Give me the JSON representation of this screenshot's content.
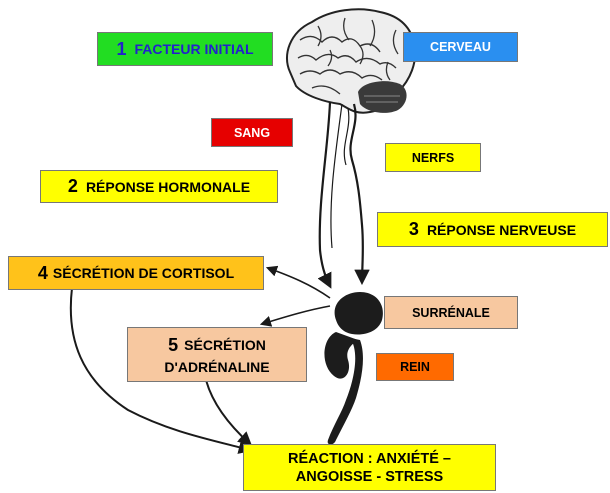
{
  "colors": {
    "factor_box": "#22dd22",
    "factor_text": "#2222cc",
    "cerveau_box": "#2a8ff0",
    "cerveau_text": "#ffffff",
    "sang_box": "#e60000",
    "sang_text": "#ffffff",
    "yellow_box": "#ffff00",
    "cortisol_box": "#ffc21a",
    "beige_box": "#f7c8a0",
    "rein_box": "#ff6a00",
    "ink": "#1a1a1a"
  },
  "labels": {
    "facteur": {
      "num": "1",
      "text": "FACTEUR INITIAL"
    },
    "cerveau": "CERVEAU",
    "sang": "SANG",
    "nerfs": "NERFS",
    "hormonale": {
      "num": "2",
      "text": "RÉPONSE  HORMONALE"
    },
    "nerveuse": {
      "num": "3",
      "text": "RÉPONSE NERVEUSE"
    },
    "cortisol": {
      "num": "4",
      "text": "SÉCRÉTION DE CORTISOL"
    },
    "surrenale": "SURRÉNALE",
    "adrenaline": {
      "num": "5",
      "line1": "SÉCRÉTION",
      "line2": "D'ADRÉNALINE"
    },
    "rein": "REIN",
    "reaction": {
      "line1": "RÉACTION : ANXIÉTÉ –",
      "line2": "ANGOISSE - STRESS"
    }
  },
  "icons": [
    "brain-icon",
    "adrenal-gland-icon",
    "kidney-icon"
  ]
}
